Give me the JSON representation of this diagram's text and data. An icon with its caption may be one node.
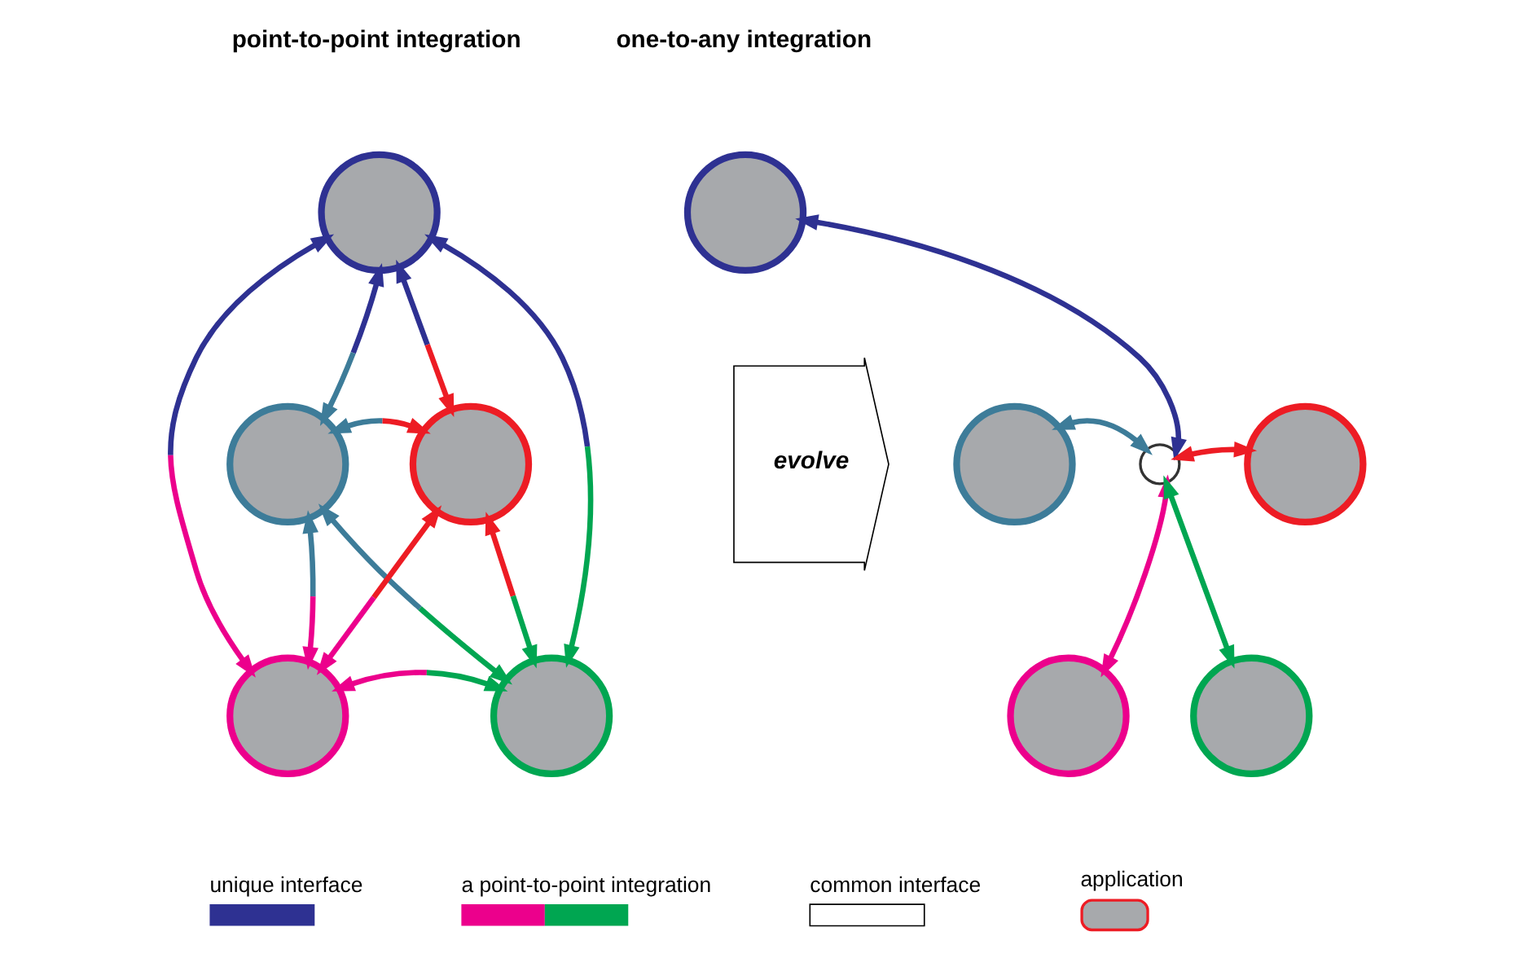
{
  "diagram": {
    "nodes": [
      {
        "text": [],
        "shape": "circle"
      },
      {
        "text": [],
        "shape": "circle"
      },
      {
        "text": [],
        "shape": "circle"
      },
      {
        "text": [],
        "shape": "circle"
      },
      {
        "text": [],
        "shape": "circle"
      },
      {
        "text": [
          "evolve"
        ]
      },
      {
        "text": [],
        "shape": "circle"
      },
      {
        "text": [],
        "shape": "circle"
      },
      {
        "text": [],
        "shape": "circle"
      },
      {
        "text": [],
        "shape": "circle"
      },
      {
        "text": [],
        "shape": "circle"
      },
      {
        "text": [],
        "shape": "circle"
      }
    ],
    "edges": [
      {
        "from": 0,
        "to": 1,
        "arrow": "both",
        "color": "#2e3192"
      },
      {
        "from": 0,
        "to": 2,
        "arrow": "both",
        "color": "#2e3192"
      },
      {
        "from": 0,
        "to": 3,
        "arrow": "both",
        "color": "#2e3192"
      },
      {
        "from": 0,
        "to": 4,
        "arrow": "both",
        "color": "#2e3192"
      },
      {
        "from": 1,
        "to": 2,
        "arrow": "both",
        "color": "#3d7c99"
      },
      {
        "from": 1,
        "to": 3,
        "arrow": "both",
        "color": "#3d7c99"
      },
      {
        "from": 1,
        "to": 4,
        "arrow": "both",
        "color": "#3d7c99"
      },
      {
        "from": 2,
        "to": 3,
        "arrow": "both",
        "color": "#ed1c24"
      },
      {
        "from": 2,
        "to": 4,
        "arrow": "both",
        "color": "#ed1c24"
      },
      {
        "from": 3,
        "to": 4,
        "arrow": "both",
        "color": "#ec008c"
      },
      {
        "from": 9,
        "to": 6,
        "arrow": "both",
        "color": "#2e3192"
      },
      {
        "from": 9,
        "to": 7,
        "arrow": "both",
        "color": "#3d7c99"
      },
      {
        "from": 9,
        "to": 8,
        "arrow": "both",
        "color": "#ed1c24"
      },
      {
        "from": 9,
        "to": 10,
        "arrow": "both",
        "color": "#ec008c"
      },
      {
        "from": 9,
        "to": 11,
        "arrow": "both",
        "color": "#00a651"
      }
    ],
    "labels": [
      "point-to-point integration",
      "one-to-any integration"
    ],
    "legend": [
      {
        "text": "unique interface"
      },
      {
        "text": "a point-to-point integration"
      },
      {
        "text": "common interface"
      },
      {
        "text": "application"
      }
    ]
  }
}
